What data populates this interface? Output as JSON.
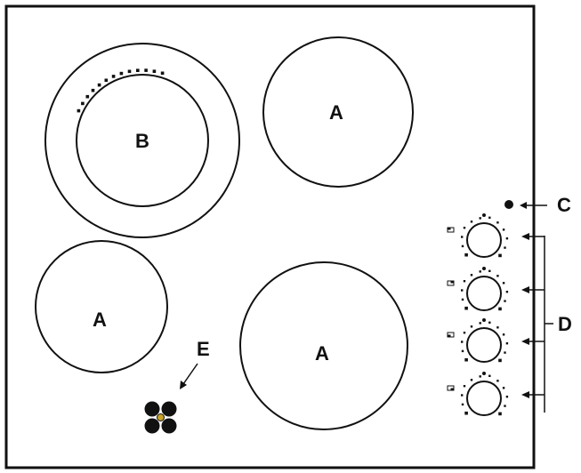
{
  "labels": {
    "zone_a1": "A",
    "zone_a2": "A",
    "zone_a3": "A",
    "zone_b": "B",
    "indicator_c": "C",
    "controls_d": "D",
    "symbol_e": "E"
  },
  "colors": {
    "line": "#111111",
    "background": "#ffffff",
    "symbol_accent": "#c9a227"
  },
  "knobs": {
    "count": 4
  }
}
